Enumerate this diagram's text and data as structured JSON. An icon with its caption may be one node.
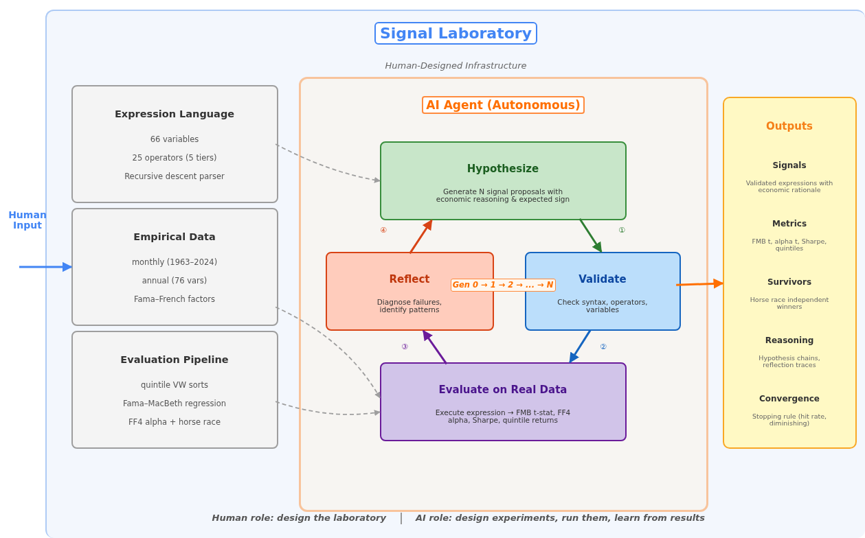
{
  "diagram": {
    "nodes": [
      {
        "text": [
          "Signal Laboratory",
          "Human-Designed Infrastructure"
        ]
      },
      {
        "text": [
          "Expression Language",
          "66 variables",
          "25 operators (5 tiers)",
          "Recursive descent parser"
        ],
        "in": 0
      },
      {
        "text": [
          "Empirical Data",
          "monthly (1963–2024)",
          "annual (76 vars)",
          "Fama–French factors"
        ],
        "in": 0
      },
      {
        "text": [
          "Evaluation Pipeline",
          "quintile VW sorts",
          "Fama–MacBeth regression",
          "FF4 alpha + horse race"
        ],
        "in": 0
      },
      {
        "text": [
          "AI Agent (Autonomous)"
        ],
        "in": 0
      },
      {
        "text": [
          "Hypothesize",
          "Generate N signal proposals with economic reasoning & expected sign"
        ],
        "in": 4
      },
      {
        "text": [
          "Reflect",
          "Diagnose failures, identify patterns"
        ],
        "in": 4
      },
      {
        "text": [
          "Validate",
          "Check syntax, operators, variables"
        ],
        "in": 4
      },
      {
        "text": [
          "Evaluate on Real Data",
          "Execute expression → FMB t-stat, FF4 alpha, Sharpe, quintile returns"
        ],
        "in": 4
      },
      {
        "text": [
          "Gen 0 → 1 → 2 → ... → N"
        ],
        "in": 4
      },
      {
        "text": [
          "Outputs",
          "Signals",
          "Validated expressions with economic rationale",
          "Metrics",
          "FMB t, alpha t, Sharpe, quintiles",
          "Survivors",
          "Horse race independent winners",
          "Reasoning",
          "Hypothesis chains, reflection traces",
          "Convergence",
          "Stopping rule (hit rate, diminishing)"
        ],
        "in": 0
      }
    ],
    "edges": [
      {
        "from": null,
        "to": 2,
        "arrow": "to",
        "label": "Human Input",
        "color": "#4285f4"
      },
      {
        "from": 1,
        "to": 5,
        "arrow": "to",
        "style": "dashed",
        "color": "#9e9e9e"
      },
      {
        "from": 2,
        "to": 8,
        "arrow": "to",
        "style": "dashed",
        "color": "#9e9e9e"
      },
      {
        "from": 3,
        "to": 8,
        "arrow": "to",
        "style": "dashed",
        "color": "#9e9e9e"
      },
      {
        "from": 5,
        "to": 7,
        "arrow": "to",
        "label": "①",
        "color": "#2e7d32"
      },
      {
        "from": 7,
        "to": 8,
        "arrow": "to",
        "label": "②",
        "color": "#1565c0"
      },
      {
        "from": 8,
        "to": 6,
        "arrow": "to",
        "label": "③",
        "color": "#6a1b9a"
      },
      {
        "from": 6,
        "to": 5,
        "arrow": "to",
        "label": "④",
        "color": "#d84315"
      },
      {
        "from": 7,
        "to": 10,
        "arrow": "to",
        "color": "#ff6f00"
      }
    ],
    "labels": [
      "Human role: design the laboratory",
      "AI role: design experiments, run them, learn from results"
    ]
  }
}
